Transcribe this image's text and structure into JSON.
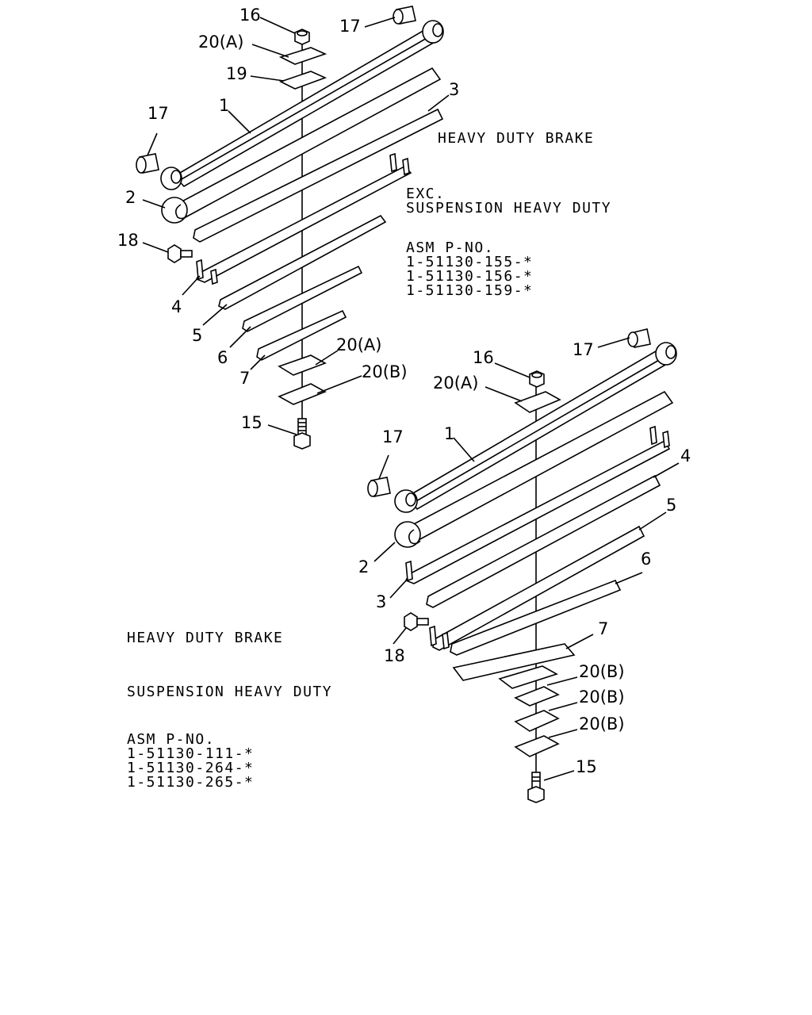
{
  "upper_assembly": {
    "callouts": {
      "nut": "16",
      "plate_top": "20(A)",
      "pin_right": "17",
      "plate_19": "19",
      "leaf_1": "1",
      "leaf_3": "3",
      "pin_left": "17",
      "leaf_2": "2",
      "bolt_18": "18",
      "leaf_4": "4",
      "leaf_5": "5",
      "leaf_6": "6",
      "leaf_7": "7",
      "plate_a_bottom": "20(A)",
      "plate_b_bottom": "20(B)",
      "center_bolt": "15"
    },
    "notes": {
      "title": "HEAVY DUTY BRAKE",
      "exc_line1": "EXC.",
      "exc_line2": "SUSPENSION HEAVY DUTY",
      "asm_header": "ASM P-NO.",
      "asm_parts": [
        "1-51130-155-*",
        "1-51130-156-*",
        "1-51130-159-*"
      ]
    }
  },
  "lower_assembly": {
    "callouts": {
      "pin_right": "17",
      "nut": "16",
      "plate_top": "20(A)",
      "leaf_1": "1",
      "pin_left": "17",
      "leaf_4": "4",
      "leaf_5": "5",
      "leaf_2": "2",
      "leaf_6": "6",
      "leaf_3": "3",
      "bolt_18": "18",
      "leaf_7": "7",
      "plate_b1": "20(B)",
      "plate_b2": "20(B)",
      "plate_b3": "20(B)",
      "center_bolt": "15"
    },
    "notes": {
      "title": "HEAVY DUTY BRAKE",
      "line2": "SUSPENSION HEAVY DUTY",
      "asm_header": "ASM P-NO.",
      "asm_parts": [
        "1-51130-111-*",
        "1-51130-264-*",
        "1-51130-265-*"
      ]
    }
  }
}
